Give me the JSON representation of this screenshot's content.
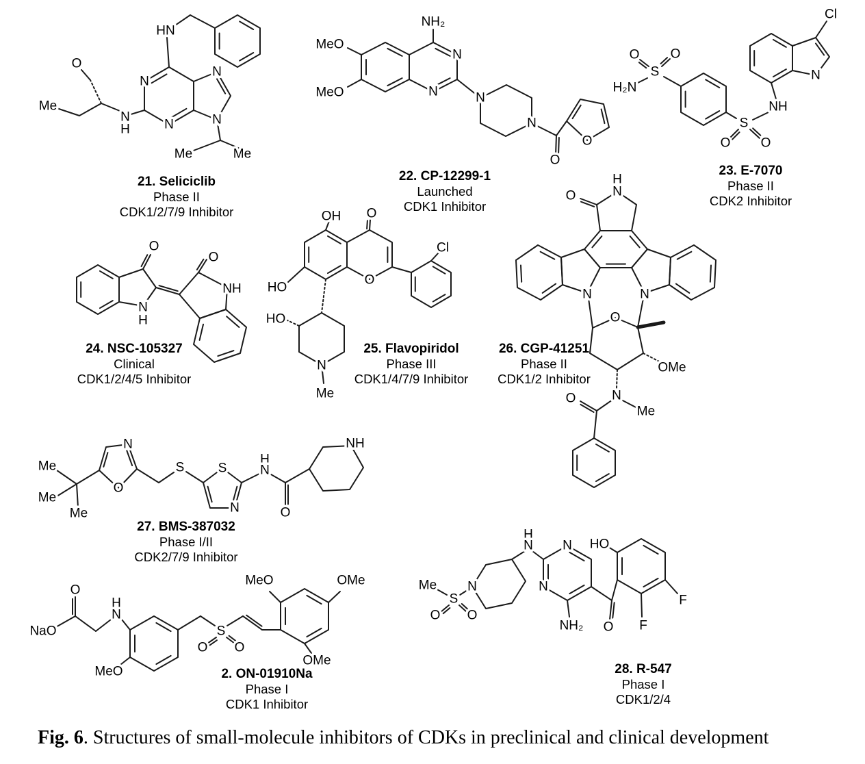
{
  "caption": {
    "bold": "Fig. 6",
    "rest": ". Structures of small-molecule inhibitors of CDKs in preclinical and clinical development"
  },
  "compounds": [
    {
      "name": "21. Seliciclib",
      "phase": "Phase II",
      "target": "CDK1/2/7/9 Inhibitor",
      "atoms": [
        "HN",
        "O",
        "Me",
        "N",
        "N",
        "N",
        "H",
        "N",
        "N",
        "Me",
        "Me"
      ]
    },
    {
      "name": "22. CP-12299-1",
      "phase": "Launched",
      "target": "CDK1 Inhibitor",
      "atoms": [
        "NH₂",
        "MeO",
        "MeO",
        "N",
        "N",
        "N",
        "N",
        "O",
        "O"
      ]
    },
    {
      "name": "23. E-7070",
      "phase": "Phase II",
      "target": "CDK2 Inhibitor",
      "atoms": [
        "Cl",
        "O",
        "O",
        "S",
        "H₂N",
        "S",
        "O",
        "O",
        "NH",
        "N"
      ]
    },
    {
      "name": "24. NSC-105327",
      "phase": "Clinical",
      "target": "CDK1/2/4/5 Inhibitor",
      "atoms": [
        "O",
        "O",
        "N",
        "H",
        "NH"
      ]
    },
    {
      "name": "25. Flavopiridol",
      "phase": "Phase III",
      "target": "CDK1/4/7/9 Inhibitor",
      "atoms": [
        "OH",
        "O",
        "Cl",
        "HO",
        "O",
        "HO",
        "N",
        "Me"
      ]
    },
    {
      "name": "26. CGP-41251",
      "phase": "Phase II",
      "target": "CDK1/2 Inhibitor",
      "atoms": [
        "H",
        "N",
        "O",
        "N",
        "N",
        "O",
        "OMe",
        "N",
        "Me",
        "O"
      ]
    },
    {
      "name": "27. BMS-387032",
      "phase": "Phase I/II",
      "target": "CDK2/7/9 Inhibitor",
      "atoms": [
        "Me",
        "Me",
        "Me",
        "N",
        "O",
        "S",
        "S",
        "N",
        "H",
        "N",
        "O",
        "NH"
      ]
    },
    {
      "name": "2. ON-01910Na",
      "phase": "Phase I",
      "target": "CDK1 Inhibitor",
      "atoms": [
        "NaO",
        "O",
        "H",
        "N",
        "MeO",
        "S",
        "O",
        "O",
        "MeO",
        "OMe",
        "OMe"
      ]
    },
    {
      "name": "28. R-547",
      "phase": "Phase I",
      "target": "CDK1/2/4",
      "atoms": [
        "Me",
        "S",
        "O",
        "O",
        "N",
        "H",
        "N",
        "N",
        "N",
        "NH₂",
        "O",
        "HO",
        "F",
        "F"
      ]
    }
  ]
}
